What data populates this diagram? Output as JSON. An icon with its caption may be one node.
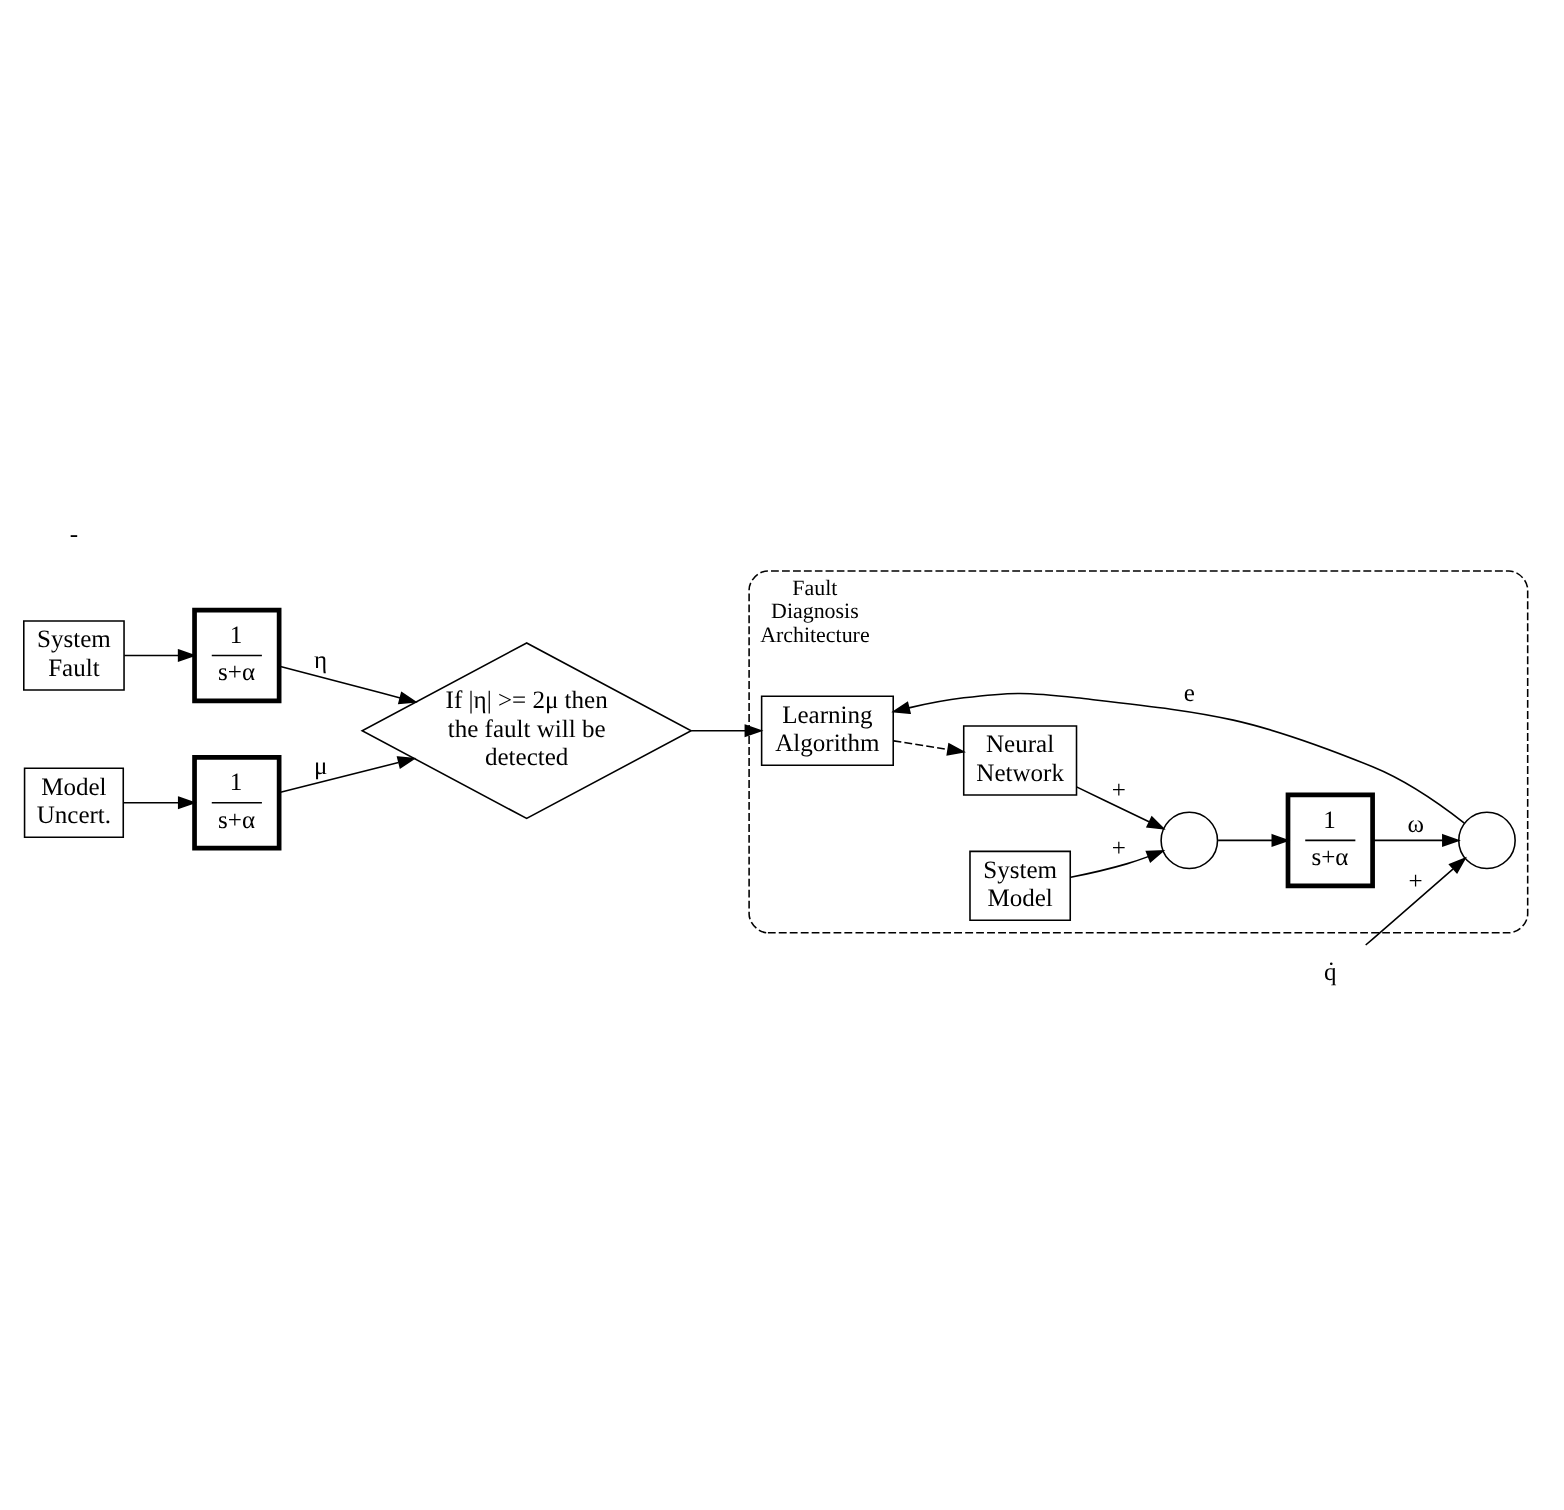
{
  "diagram": {
    "nodes": [
      {
        "text": [
          "System Fault"
        ]
      },
      {
        "text": [
          "1",
          "s+α"
        ]
      },
      {
        "text": [
          "If |η| >= 2μ then the fault will be detected"
        ]
      },
      {
        "text": [
          "Model Uncert."
        ]
      },
      {
        "text": [
          "1",
          "s+α"
        ]
      },
      {
        "text": [
          "Fault Diagnosis Architecture"
        ]
      },
      {
        "text": [
          "Learning Algorithm"
        ],
        "in": 5
      },
      {
        "text": [
          "Neural Network"
        ],
        "in": 5
      },
      {
        "text": [
          "System Model"
        ],
        "in": 5
      },
      {
        "text": [],
        "shape": "circle",
        "in": 5
      },
      {
        "text": [
          "1",
          "s+α"
        ],
        "in": 5
      },
      {
        "text": [],
        "shape": "circle",
        "in": 5
      },
      {
        "text": [
          "q̇"
        ]
      }
    ],
    "edges": [
      {
        "from": 0,
        "to": 1,
        "arrow": "to"
      },
      {
        "from": 1,
        "to": 2,
        "arrow": "to",
        "label": "η"
      },
      {
        "from": 3,
        "to": 4,
        "arrow": "to"
      },
      {
        "from": 4,
        "to": 2,
        "arrow": "to",
        "label": "μ"
      },
      {
        "from": 2,
        "to": 6,
        "arrow": "to"
      },
      {
        "from": 6,
        "to": 7,
        "arrow": "to",
        "style": "dashed"
      },
      {
        "from": 8,
        "to": 9,
        "arrow": "to",
        "label": "+"
      },
      {
        "from": 7,
        "to": 9,
        "arrow": "to",
        "label": "+"
      },
      {
        "from": 9,
        "to": 10,
        "arrow": "to"
      },
      {
        "from": 10,
        "to": 11,
        "arrow": "to",
        "label": "ω"
      },
      {
        "from": 12,
        "to": 11,
        "arrow": "to",
        "label": "+"
      },
      {
        "from": 11,
        "to": 6,
        "arrow": "to",
        "label": "e"
      }
    ],
    "labels": [
      "-"
    ]
  }
}
